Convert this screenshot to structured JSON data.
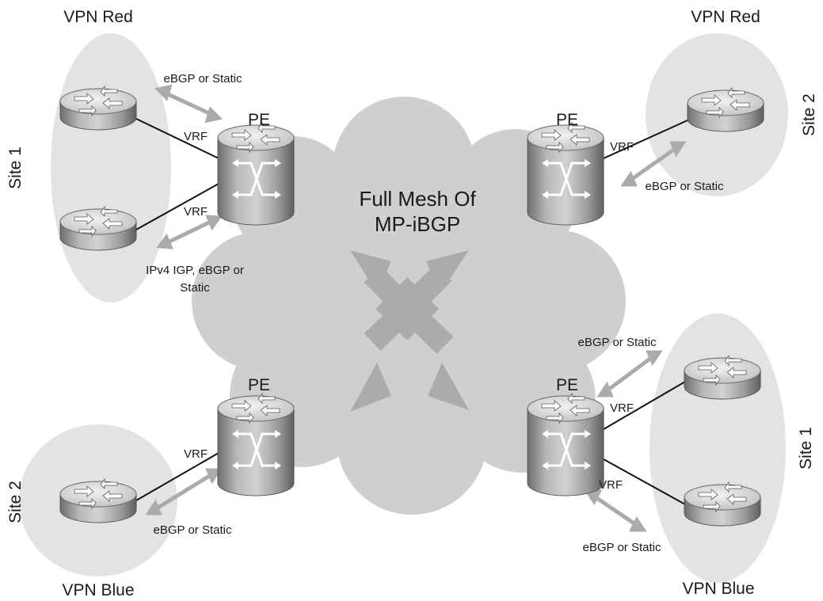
{
  "colors": {
    "cloud": "#cfcfcf",
    "site_ellipse": "#e3e3e3",
    "arrow": "#ababab",
    "link": "#111111",
    "router_body": "#9b9b9b",
    "router_top": "#dcdcdc"
  },
  "core": {
    "title_line1": "Full Mesh Of",
    "title_line2": "MP-iBGP"
  },
  "pe_routers": [
    {
      "id": "top-left",
      "label": "PE"
    },
    {
      "id": "top-right",
      "label": "PE"
    },
    {
      "id": "bottom-left",
      "label": "PE"
    },
    {
      "id": "bottom-right",
      "label": "PE"
    }
  ],
  "vpns": {
    "top_left": {
      "name": "VPN Red",
      "site": "Site 1"
    },
    "top_right": {
      "name": "VPN Red",
      "site": "Site 2"
    },
    "bottom_left": {
      "name": "VPN Blue",
      "site": "Site 2"
    },
    "bottom_right": {
      "name": "VPN Blue",
      "site": "Site 1"
    }
  },
  "links": {
    "tl_upper": {
      "vrf": "VRF",
      "protocol": "eBGP or Static"
    },
    "tl_lower": {
      "vrf": "VRF",
      "protocol_line1": "IPv4 IGP, eBGP or",
      "protocol_line2": "Static"
    },
    "tr": {
      "vrf": "VRF",
      "protocol": "eBGP or Static"
    },
    "bl": {
      "vrf": "VRF",
      "protocol": "eBGP or Static"
    },
    "br_upper": {
      "vrf": "VRF",
      "protocol": "eBGP or Static"
    },
    "br_lower": {
      "vrf": "VRF",
      "protocol": "eBGP or Static"
    }
  }
}
